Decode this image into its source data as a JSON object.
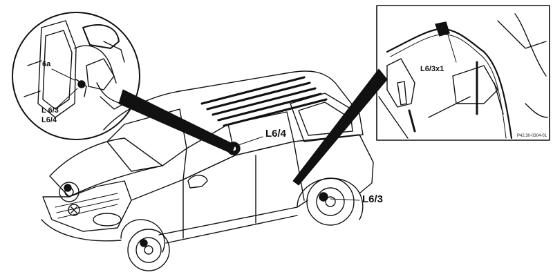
{
  "labels": {
    "sensor_left_door": "L6/4",
    "sensor_rear_wheel": "L6/3",
    "connector_detail": "L6/3x1",
    "inset_6a": "6a",
    "inset_l63": "L 6/3",
    "inset_l64": "L6/4",
    "figure_ref": "P42.30-0304-01"
  },
  "colors": {
    "line": "#111111",
    "background": "#ffffff"
  }
}
